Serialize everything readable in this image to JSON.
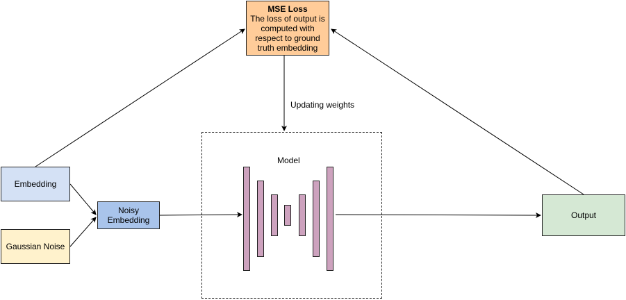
{
  "nodes": {
    "loss": {
      "title": "MSE Loss",
      "description": "The loss of output is computed with respect to ground truth embedding"
    },
    "embedding": {
      "label": "Embedding"
    },
    "gaussian_noise": {
      "label": "Gaussian Noise"
    },
    "noisy_embedding": {
      "label": "Noisy Embedding"
    },
    "output": {
      "label": "Output"
    }
  },
  "model": {
    "label": "Model",
    "layer_count": 7
  },
  "edges": {
    "updating_weights": {
      "label": "Updating weights"
    }
  },
  "colors": {
    "loss": "#ffcc99",
    "embedding": "#d4e1f5",
    "gaussian_noise": "#fff2cc",
    "noisy_embedding": "#a9c4eb",
    "output": "#d5e8d4",
    "layer": "#cda2be"
  }
}
